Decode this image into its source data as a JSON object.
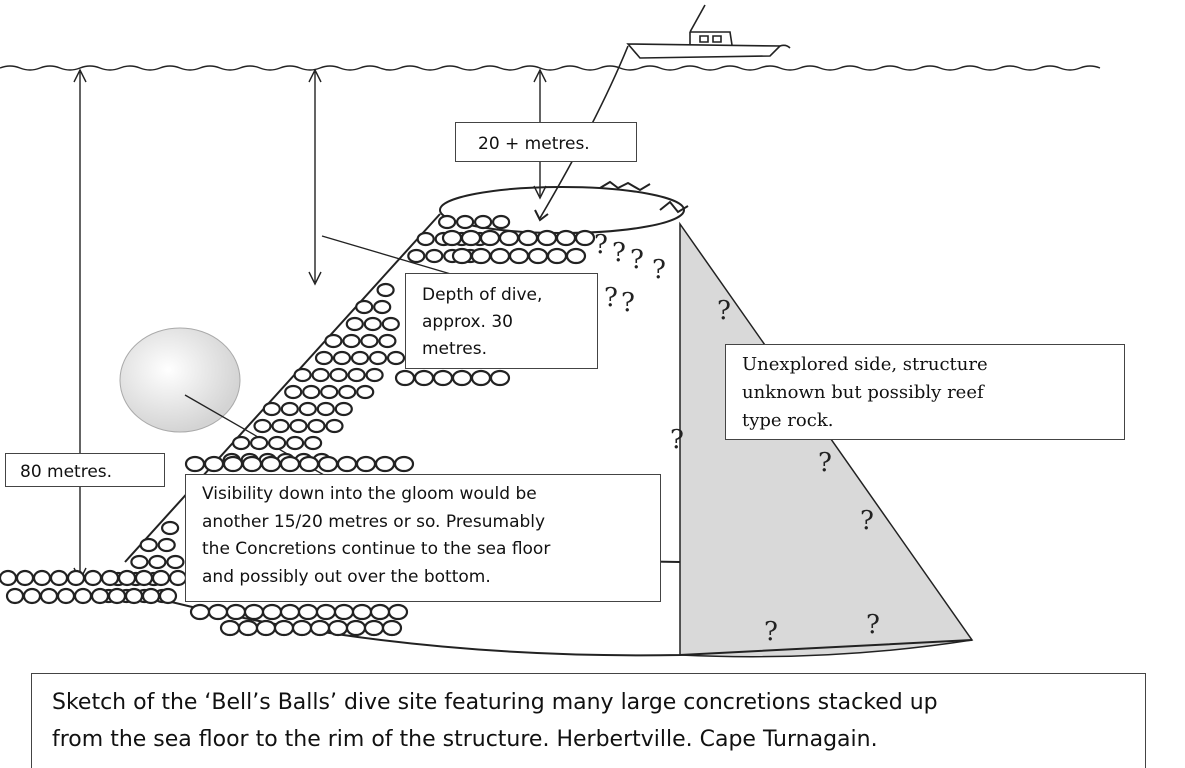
{
  "labels": {
    "depth_to_top": "20 + metres.",
    "dive_depth": [
      "Depth of dive,",
      "approx. 30",
      "metres."
    ],
    "unexplored": [
      "Unexplored side, structure",
      "unknown but possibly reef",
      "type rock."
    ],
    "total_depth": "80 metres.",
    "visibility": [
      "Visibility down into the gloom would be",
      "another 15/20 metres or so.  Presumably",
      "the Concretions continue to the sea floor",
      "and possibly out over the bottom."
    ]
  },
  "caption": [
    "Sketch of the ‘Bell’s Balls’ dive site featuring many large concretions stacked up",
    "from the sea floor to the rim of the structure.  Herbertville.  Cape Turnagain."
  ],
  "question_mark": "?",
  "colors": {
    "ink": "#111111",
    "unexplored_fill": "#d9d9d9",
    "sphere": "#eeeeee"
  }
}
